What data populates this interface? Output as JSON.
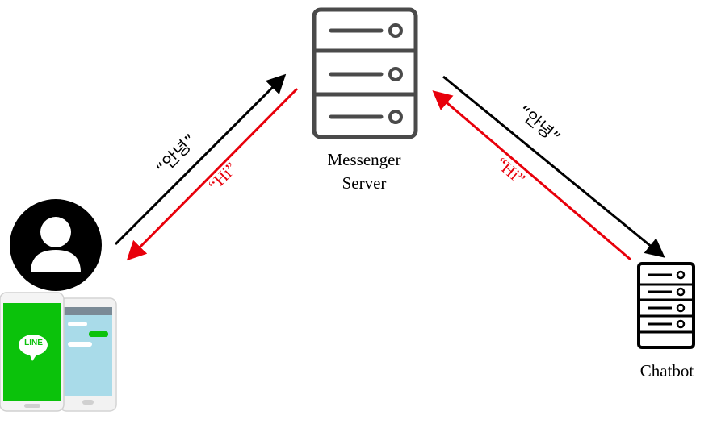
{
  "nodes": {
    "server": {
      "label_line1": "Messenger",
      "label_line2": "Server"
    },
    "chatbot": {
      "label": "Chatbot"
    },
    "phone": {
      "app_label": "LINE"
    }
  },
  "flows": {
    "user_to_server": {
      "text": "“안녕”",
      "color": "#000000"
    },
    "server_to_user": {
      "text": "“Hi”",
      "color": "#e8000b"
    },
    "server_to_bot": {
      "text": "“안녕”",
      "color": "#000000"
    },
    "bot_to_server": {
      "text": "“Hi”",
      "color": "#e8000b"
    }
  },
  "colors": {
    "stroke": "#000000",
    "server_body": "#4a4a4a",
    "line_green": "#0bc20b",
    "chat_screen": "#a9dbe9",
    "reply_color": "#e8000b"
  }
}
